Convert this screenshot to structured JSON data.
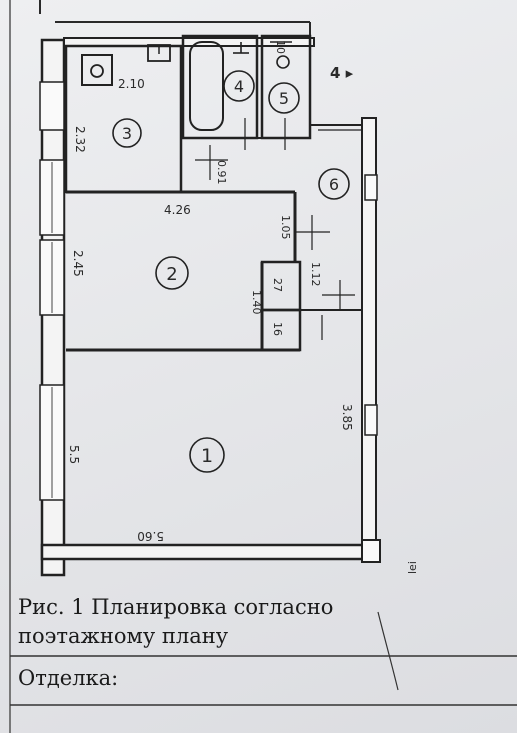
{
  "caption": {
    "line1": "Рис. 1 Планировка согласно",
    "line2": "поэтажному плану"
  },
  "finish_label": "Отделка:",
  "plan": {
    "entrance_marker": "4 ▸",
    "stair_mark": "lei",
    "rooms": [
      {
        "number": "1"
      },
      {
        "number": "2"
      },
      {
        "number": "3"
      },
      {
        "number": "4"
      },
      {
        "number": "5"
      },
      {
        "number": "6"
      }
    ],
    "dimensions": {
      "d210": "2.10",
      "d232": "2.32",
      "d091": "0.91",
      "d426": "4.26",
      "d105": "1.05",
      "d112": "1.12",
      "d245": "2.45",
      "d140": "1.40",
      "d27": "27",
      "d16": "16",
      "d385": "3.85",
      "d55": "5.5",
      "d560": "5.60",
      "d10": "10"
    }
  }
}
